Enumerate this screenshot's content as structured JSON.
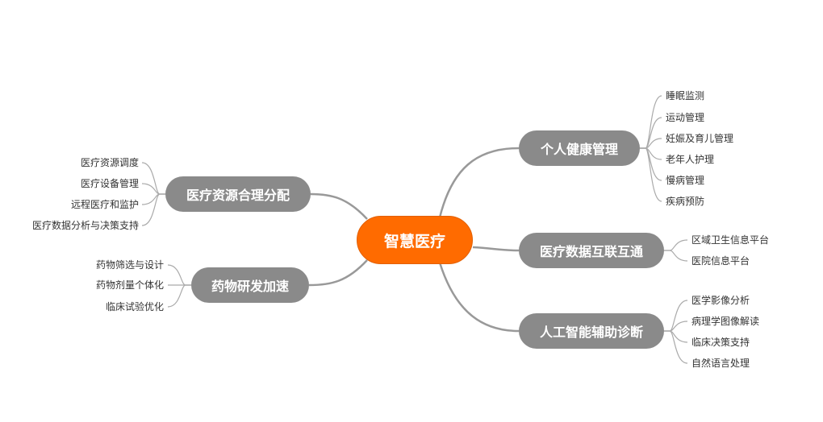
{
  "root": {
    "label": "智慧医疗",
    "color": "#FF6B00"
  },
  "branch_color": "#8a8a8a",
  "line_color": "#999999",
  "branches": [
    {
      "label": "个人健康管理",
      "side": "right",
      "children": [
        "睡眠监测",
        "运动管理",
        "妊娠及育儿管理",
        "老年人护理",
        "慢病管理",
        "疾病预防"
      ]
    },
    {
      "label": "医疗数据互联互通",
      "side": "right",
      "children": [
        "区域卫生信息平台",
        "医院信息平台"
      ]
    },
    {
      "label": "人工智能辅助诊断",
      "side": "right",
      "children": [
        "医学影像分析",
        "病理学图像解读",
        "临床决策支持",
        "自然语言处理"
      ]
    },
    {
      "label": "医疗资源合理分配",
      "side": "left",
      "children": [
        "医疗资源调度",
        "医疗设备管理",
        "远程医疗和监护",
        "医疗数据分析与决策支持"
      ]
    },
    {
      "label": "药物研发加速",
      "side": "left",
      "children": [
        "药物筛选与设计",
        "药物剂量个体化",
        "临床试验优化"
      ]
    }
  ]
}
